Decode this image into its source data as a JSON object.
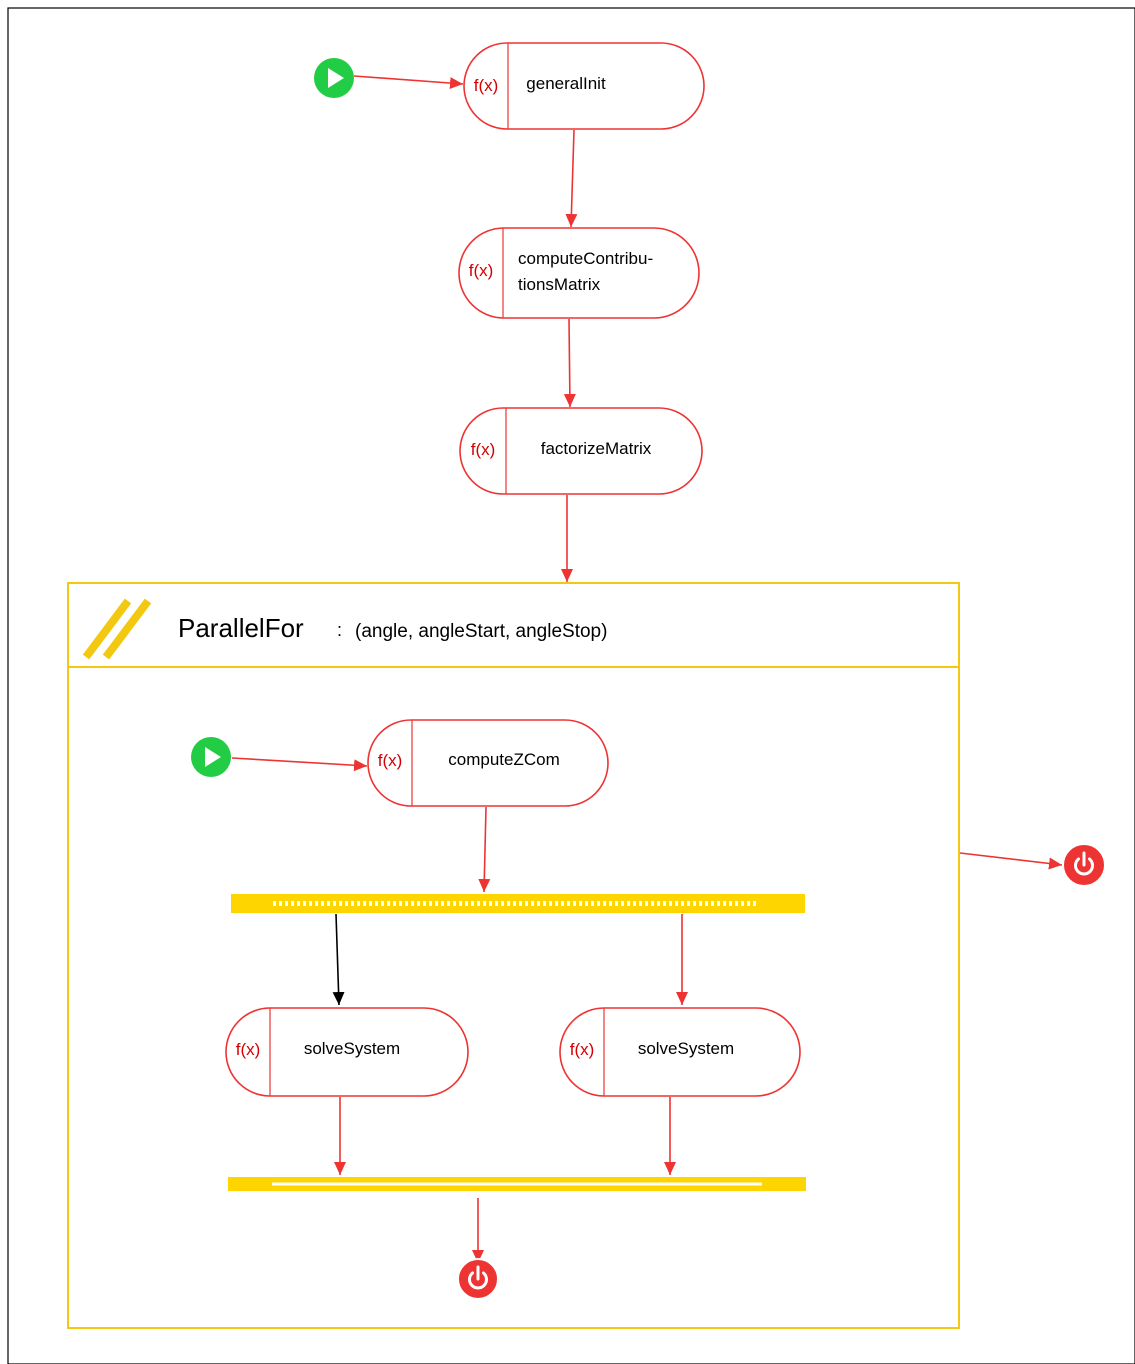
{
  "nodes": {
    "general_init": "generalInit",
    "compute_contributions_line1": "computeContribu-",
    "compute_contributions_line2": "tionsMatrix",
    "factorize_matrix": "factorizeMatrix",
    "compute_zcom": "computeZCom",
    "solve_system_left": "solveSystem",
    "solve_system_right": "solveSystem"
  },
  "function_marker": "f(x)",
  "parallel_for": {
    "title": "ParallelFor",
    "separator": ":",
    "args": "(angle, angleStart, angleStop)"
  },
  "icons": {
    "start": "play-icon",
    "stop": "power-icon",
    "parallel": "double-slash-icon"
  },
  "colors": {
    "action_border": "#ee3333",
    "function_marker": "#d40000",
    "arrow": "#ee3333",
    "arrow_alt": "#000000",
    "start": "#22cc44",
    "stop": "#ee3333",
    "container": "#f2c811",
    "sync_bar": "#ffd500",
    "frame": "#000000"
  }
}
